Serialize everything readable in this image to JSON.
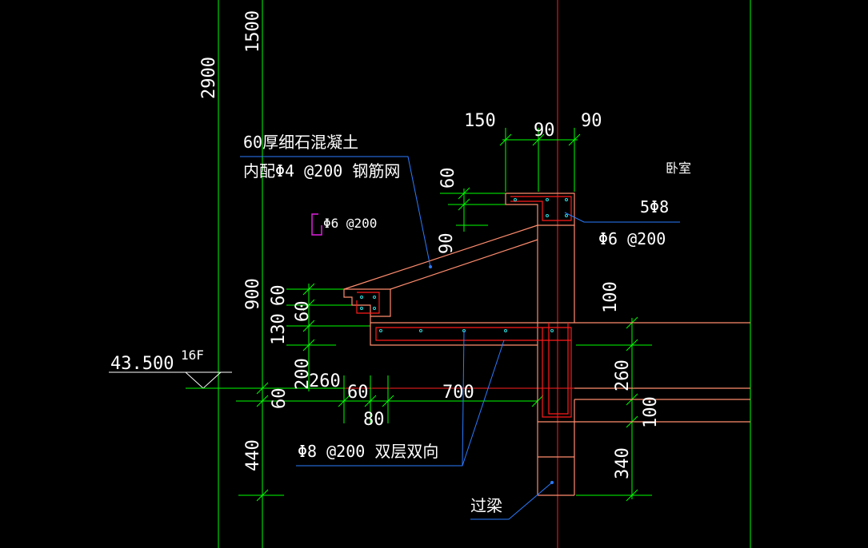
{
  "drawing": {
    "dimensions": {
      "d2900": "2900",
      "d1500": "1500",
      "d150": "150",
      "d90a": "90",
      "d90b": "90",
      "d60top": "60",
      "d90slope": "90",
      "d900": "900",
      "d60a": "60",
      "d60b": "60",
      "d130": "130",
      "d200": "200",
      "d260left": "260",
      "d60c": "60",
      "d700": "700",
      "d80": "80",
      "d60d": "60",
      "d440": "440",
      "d100a": "100",
      "d260right": "260",
      "d100b": "100",
      "d340": "340"
    },
    "level": {
      "elevation": "43.500",
      "floor": "16F"
    },
    "room_label": "卧室",
    "notes": {
      "topping_line1": "60厚细石混凝土",
      "topping_line2": "内配Φ4 @200 钢筋网",
      "hook_bar": "Φ6 @200",
      "beam_main": "5Φ8",
      "beam_stirrup": "Φ6 @200",
      "slab_rebar": "Φ8 @200 双层双向",
      "lintel": "过梁"
    },
    "colors": {
      "background": "#000000",
      "dimension": "#00ff00",
      "concrete": "#ff8c6e",
      "rebar": "#ff1a1a",
      "axis": "#ff2020",
      "leader": "#2a7bff",
      "hook": "#e020e0",
      "rebar_dot": "#30e0e0",
      "text": "#ffffff"
    }
  }
}
